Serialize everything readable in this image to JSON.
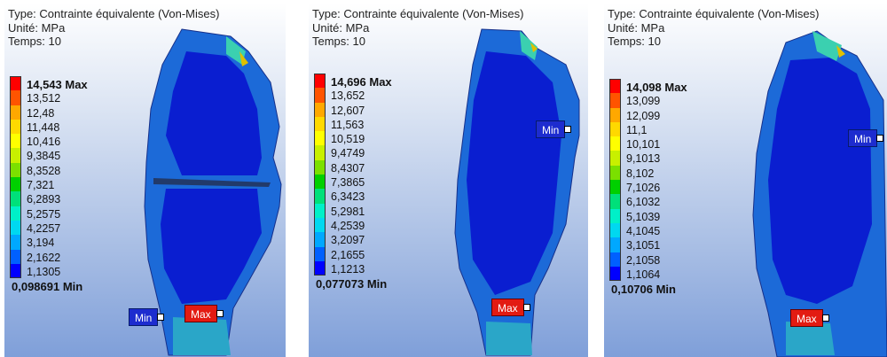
{
  "panels": [
    {
      "type": "Type: Contrainte équivalente (Von-Mises)",
      "unit": "Unité: MPa",
      "time": "Temps: 10",
      "legend": [
        "14,543 Max",
        "13,512",
        "12,48",
        "11,448",
        "10,416",
        "9,3845",
        "8,3528",
        "7,321",
        "6,2893",
        "5,2575",
        "4,2257",
        "3,194",
        "2,1622",
        "1,1305",
        "0,098691 Min"
      ],
      "probe_max": "Max",
      "probe_min": "Min"
    },
    {
      "type": "Type: Contrainte équivalente (Von-Mises)",
      "unit": "Unité: MPa",
      "time": "Temps: 10",
      "legend": [
        "14,696 Max",
        "13,652",
        "12,607",
        "11,563",
        "10,519",
        "9,4749",
        "8,4307",
        "7,3865",
        "6,3423",
        "5,2981",
        "4,2539",
        "3,2097",
        "2,1655",
        "1,1213",
        "0,077073 Min"
      ],
      "probe_max": "Max",
      "probe_min": "Min"
    },
    {
      "type": "Type: Contrainte équivalente (Von-Mises)",
      "unit": "Unité: MPa",
      "time": "Temps: 10",
      "legend": [
        "14,098 Max",
        "13,099",
        "12,099",
        "11,1",
        "10,101",
        "9,1013",
        "8,102",
        "7,1026",
        "6,1032",
        "5,1039",
        "4,1045",
        "3,1051",
        "2,1058",
        "1,1064",
        "0,10706 Min"
      ],
      "probe_max": "Max",
      "probe_min": "Min"
    }
  ],
  "legend_colors": [
    "#ff0000",
    "#ff5400",
    "#ffa800",
    "#ffd900",
    "#ffff00",
    "#c8f000",
    "#7be000",
    "#00d000",
    "#00e07a",
    "#00f0c8",
    "#00d8f0",
    "#00a8ff",
    "#0060ff",
    "#0000ff"
  ]
}
